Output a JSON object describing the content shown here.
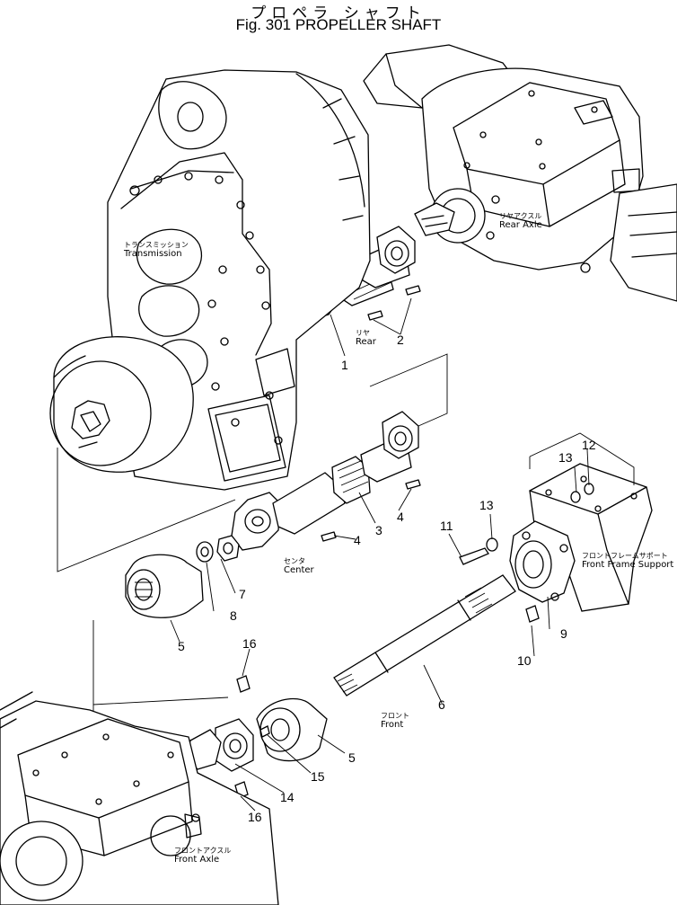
{
  "title": {
    "japanese": "プロペラ シャフト",
    "english": "Fig. 301  PROPELLER  SHAFT"
  },
  "assembly_labels": {
    "transmission": {
      "jp": "トランスミッション",
      "en": "Transmission"
    },
    "rear_axle": {
      "jp": "リヤアクスル",
      "en": "Rear Axle"
    },
    "rear": {
      "jp": "リヤ",
      "en": "Rear"
    },
    "center": {
      "jp": "センタ",
      "en": "Center"
    },
    "front_frame_support": {
      "jp": "フロントフレームサポート",
      "en": "Front Frame Support"
    },
    "front": {
      "jp": "フロント",
      "en": "Front"
    },
    "front_axle": {
      "jp": "フロントアクスル",
      "en": "Front Axle"
    }
  },
  "part_callouts": {
    "p1": "1",
    "p2": "2",
    "p3": "3",
    "p4a": "4",
    "p4b": "4",
    "p5a": "5",
    "p5b": "5",
    "p6": "6",
    "p7": "7",
    "p8": "8",
    "p9": "9",
    "p10": "10",
    "p11": "11",
    "p12": "12",
    "p13a": "13",
    "p13b": "13",
    "p14": "14",
    "p15": "15",
    "p16a": "16",
    "p16b": "16"
  }
}
